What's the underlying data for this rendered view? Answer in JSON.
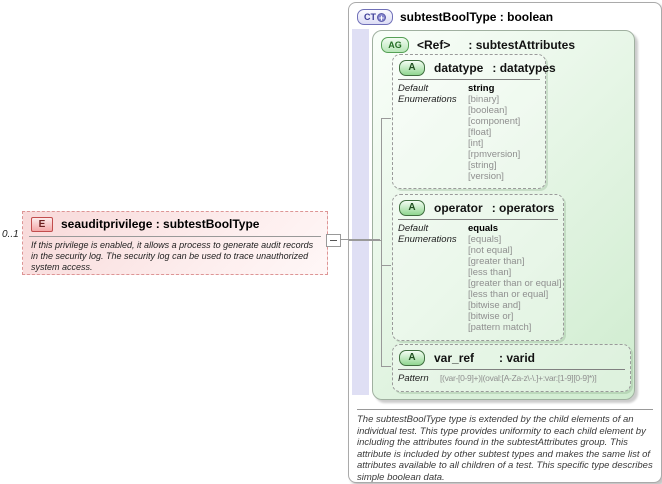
{
  "element": {
    "occurrence": "0..1",
    "icon_label": "E",
    "title": "seauditprivilege : subtestBoolType",
    "description": "If this privilege is enabled, it allows a process to generate audit records in the security log. The security log can be used to trace unauthorized system access."
  },
  "ct": {
    "icon_label": "CT",
    "expand_glyph": "+",
    "title": "subtestBoolType : boolean",
    "description": "The subtestBoolType type is extended by the child elements of an individual test.  This type provides uniformity to each child element by including the attributes found in the subtestAttributes group.  This attribute is included by other subtest types and makes the same list of attributes available to all children of a test.  This specific type describes simple boolean data.",
    "ag": {
      "icon_label": "AG",
      "ref_label": "<Ref>",
      "type_label": ": subtestAttributes",
      "attrs": [
        {
          "icon_label": "A",
          "name": "datatype",
          "type": ": datatypes",
          "default_label": "Default",
          "default_value": "string",
          "enum_label": "Enumerations",
          "enums": [
            "[binary]",
            "[boolean]",
            "[component]",
            "[float]",
            "[int]",
            "[rpmversion]",
            "[string]",
            "[version]"
          ]
        },
        {
          "icon_label": "A",
          "name": "operator",
          "type": ": operators",
          "default_label": "Default",
          "default_value": "equals",
          "enum_label": "Enumerations",
          "enums": [
            "[equals]",
            "[not equal]",
            "[greater than]",
            "[less than]",
            "[greater than or equal]",
            "[less than or equal]",
            "[bitwise and]",
            "[bitwise or]",
            "[pattern match]"
          ]
        },
        {
          "icon_label": "A",
          "name": "var_ref",
          "type": ": varid",
          "pattern_label": "Pattern",
          "pattern_value": "[(var-[0-9]+)|(oval:[A-Za-z\\-\\.]+:var:[1-9][0-9]*)]"
        }
      ]
    }
  },
  "colors": {
    "element_pink": "#f3a8a8",
    "ct_accent": "#7070b8",
    "ct_band": "#dfdff4",
    "ag_green": "#b8e6b8",
    "attr_green": "#90d690",
    "enum_text": "#8f8f8f",
    "connector": "#999999"
  }
}
